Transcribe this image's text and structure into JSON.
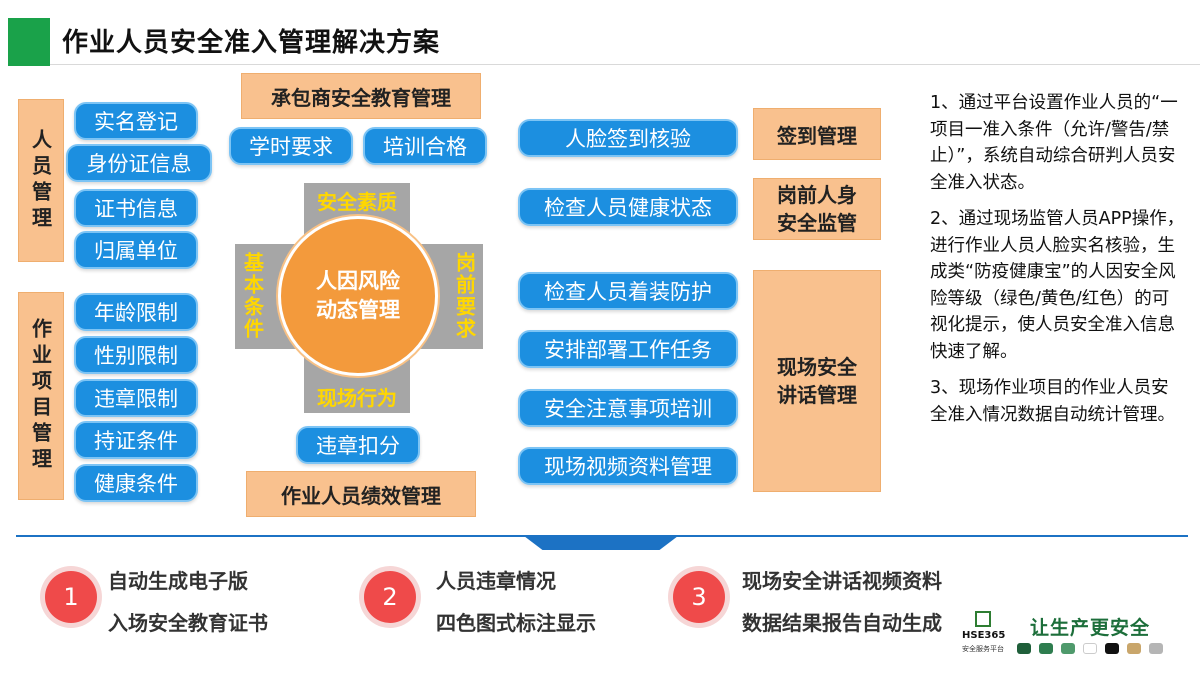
{
  "title": "作业人员安全准入管理解决方案",
  "left": {
    "group1_label": "人员管理",
    "group1_items": [
      "实名登记",
      "身份证信息",
      "证书信息",
      "归属单位"
    ],
    "group2_label": "作业项目管理",
    "group2_items": [
      "年龄限制",
      "性别限制",
      "违章限制",
      "持证条件",
      "健康条件"
    ]
  },
  "center": {
    "top_header": "承包商安全教育管理",
    "top_pills": [
      "学时要求",
      "培训合格"
    ],
    "cross_top": "安全素质",
    "cross_left": "基本条件",
    "cross_right": "岗前要求",
    "cross_bottom": "现场行为",
    "circle_line1": "人因风险",
    "circle_line2": "动态管理",
    "bottom_pill": "违章扣分",
    "bottom_header": "作业人员绩效管理"
  },
  "middle": {
    "pills": [
      "人脸签到核验",
      "检查人员健康状态",
      "检查人员着装防护",
      "安排部署工作任务",
      "安全注意事项培训",
      "现场视频资料管理"
    ],
    "labels": {
      "checkin": "签到管理",
      "pre_job_1": "岗前人身",
      "pre_job_2": "安全监管",
      "site_talk_1": "现场安全",
      "site_talk_2": "讲话管理"
    }
  },
  "description": [
    "1、通过平台设置作业人员的“一项目一准入条件（允许/警告/禁止）”，系统自动综合研判人员安全准入状态。",
    "2、通过现场监管人员APP操作，进行作业人员人脸实名核验，生成类“防疫健康宝”的人因安全风险等级（绿色/黄色/红色）的可视化提示，使人员安全准入信息快速了解。",
    "3、现场作业项目的作业人员安全准入情况数据自动统计管理。"
  ],
  "features": [
    {
      "num": "1",
      "line1": "自动生成电子版",
      "line2": "入场安全教育证书"
    },
    {
      "num": "2",
      "line1": "人员违章情况",
      "line2": "四色图式标注显示"
    },
    {
      "num": "3",
      "line1": "现场安全讲话视频资料",
      "line2": "数据结果报告自动生成"
    }
  ],
  "brand": {
    "name": "HSE365",
    "sub": "安全服务平台",
    "slogan": "让生产更安全",
    "swatch_colors": [
      "#1f5f3a",
      "#2e7d4f",
      "#4f9a6c",
      "#ffffff",
      "#111111",
      "#c9a66b",
      "#b5b5b5"
    ]
  },
  "colors": {
    "accent_green": "#1aa24a",
    "pill_blue": "#1c8fe0",
    "label_orange": "#f9c18e",
    "circle_orange": "#f39a3c",
    "number_red": "#ef4a4a"
  }
}
